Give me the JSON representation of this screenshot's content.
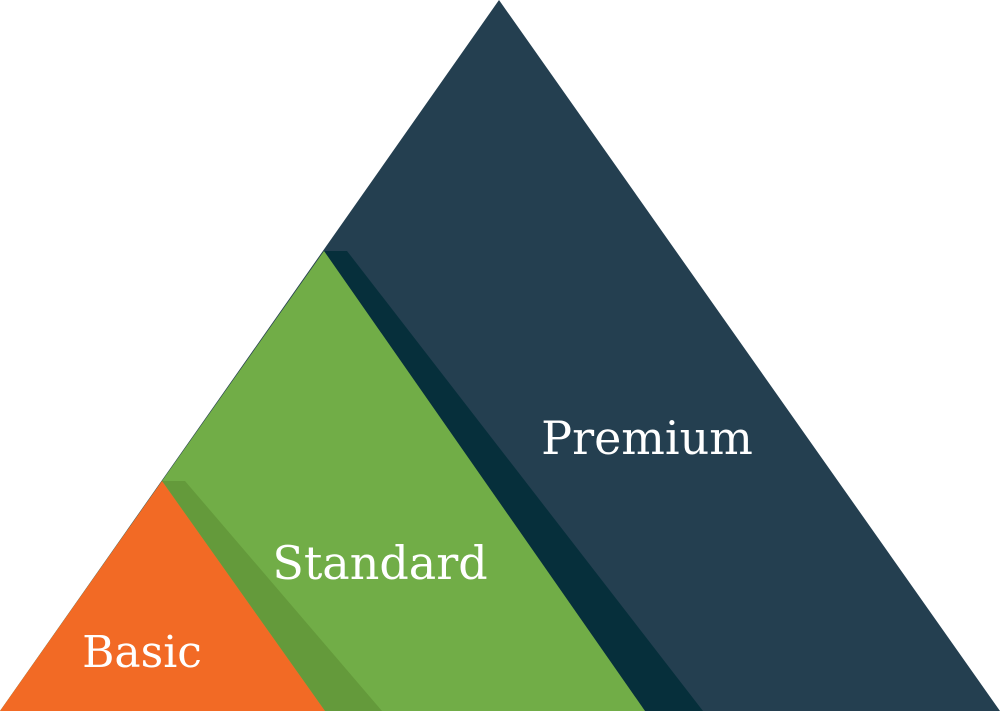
{
  "diagram": {
    "tiers": [
      {
        "label": "Basic",
        "color": "#f26a25",
        "shadow_color": "#649a3b"
      },
      {
        "label": "Standard",
        "color": "#71ad47",
        "shadow_color": "#062f3b"
      },
      {
        "label": "Premium",
        "color": "#243f50"
      }
    ]
  }
}
